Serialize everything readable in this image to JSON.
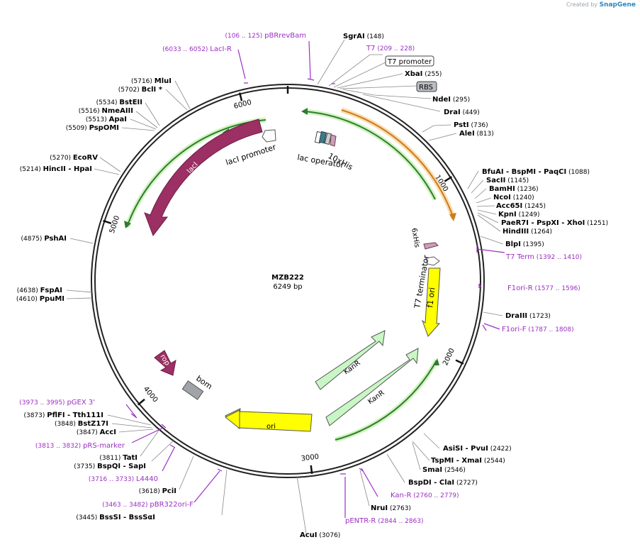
{
  "credit": {
    "prefix": "Created by",
    "brand": "SnapGene"
  },
  "plasmid": {
    "name": "MZB222",
    "size": "6249 bp",
    "length": 6249
  },
  "ticks": [
    {
      "bp": 1000,
      "label": "1000"
    },
    {
      "bp": 2000,
      "label": "2000"
    },
    {
      "bp": 3000,
      "label": "3000"
    },
    {
      "bp": 4000,
      "label": "4000"
    },
    {
      "bp": 5000,
      "label": "5000"
    },
    {
      "bp": 6000,
      "label": "6000"
    }
  ],
  "enzymes": [
    {
      "name": "SgrAI",
      "pos": "(148)"
    },
    {
      "name": "XbaI",
      "pos": "(255)"
    },
    {
      "name": "NdeI",
      "pos": "(295)"
    },
    {
      "name": "DraI",
      "pos": "(449)"
    },
    {
      "name": "PstI",
      "pos": "(736)"
    },
    {
      "name": "AleI",
      "pos": "(813)"
    },
    {
      "name": "BfuAI - BspMI - PaqCI",
      "pos": "(1088)"
    },
    {
      "name": "SacII",
      "pos": "(1145)"
    },
    {
      "name": "BamHI",
      "pos": "(1236)"
    },
    {
      "name": "NcoI",
      "pos": "(1240)"
    },
    {
      "name": "Acc65I",
      "pos": "(1245)"
    },
    {
      "name": "KpnI",
      "pos": "(1249)"
    },
    {
      "name": "PaeR7I - PspXI - XhoI",
      "pos": "(1251)"
    },
    {
      "name": "HindIII",
      "pos": "(1264)"
    },
    {
      "name": "BlpI",
      "pos": "(1395)"
    },
    {
      "name": "DraIII",
      "pos": "(1723)"
    },
    {
      "name": "AsiSI - PvuI",
      "pos": "(2422)"
    },
    {
      "name": "TspMI - XmaI",
      "pos": "(2544)"
    },
    {
      "name": "SmaI",
      "pos": "(2546)"
    },
    {
      "name": "BspDI - ClaI",
      "pos": "(2727)"
    },
    {
      "name": "NruI",
      "pos": "(2763)"
    },
    {
      "name": "AcuI",
      "pos": "(3076)"
    },
    {
      "name": "BssSI - BssSαI",
      "pos": "(3445)"
    },
    {
      "name": "PciI",
      "pos": "(3618)"
    },
    {
      "name": "BspQI - SapI",
      "pos": "(3735)"
    },
    {
      "name": "TatI",
      "pos": "(3811)"
    },
    {
      "name": "AccI",
      "pos": "(3847)"
    },
    {
      "name": "BstZ17I",
      "pos": "(3848)"
    },
    {
      "name": "PflFI - Tth111I",
      "pos": "(3873)"
    },
    {
      "name": "PpuMI",
      "pos": "(4610)"
    },
    {
      "name": "FspAI",
      "pos": "(4638)"
    },
    {
      "name": "PshAI",
      "pos": "(4875)"
    },
    {
      "name": "HincII - HpaI",
      "pos": "(5214)"
    },
    {
      "name": "EcoRV",
      "pos": "(5270)"
    },
    {
      "name": "PspOMI",
      "pos": "(5509)"
    },
    {
      "name": "ApaI",
      "pos": "(5513)"
    },
    {
      "name": "NmeAIII",
      "pos": "(5516)"
    },
    {
      "name": "BstEII",
      "pos": "(5534)"
    },
    {
      "name": "BclI *",
      "pos": "(5702)"
    },
    {
      "name": "MluI",
      "pos": "(5716)"
    }
  ],
  "primers": [
    {
      "name": "pBRrevBam",
      "range": "(106 .. 125)"
    },
    {
      "name": "LacI-R",
      "range": "(6033 .. 6052)"
    },
    {
      "name": "T7",
      "range": "(209 .. 228)"
    },
    {
      "name": "T7 Term",
      "range": "(1392 .. 1410)"
    },
    {
      "name": "F1ori-R",
      "range": "(1577 .. 1596)"
    },
    {
      "name": "F1ori-F",
      "range": "(1787 .. 1808)"
    },
    {
      "name": "Kan-R",
      "range": "(2760 .. 2779)"
    },
    {
      "name": "pENTR-R",
      "range": "(2844 .. 2863)"
    },
    {
      "name": "pBR322ori-F",
      "range": "(3463 .. 3482)"
    },
    {
      "name": "L4440",
      "range": "(3716 .. 3733)"
    },
    {
      "name": "pRS-marker",
      "range": "(3813 .. 3832)"
    },
    {
      "name": "pGEX 3'",
      "range": "(3973 .. 3995)"
    }
  ],
  "boxed_labels": {
    "t7_promoter": "T7 promoter",
    "rbs": "RBS"
  },
  "features": {
    "laci": "lacI",
    "laci_promoter": "lacI promoter",
    "lac_operator": "lac operator",
    "his10": "10xHis",
    "his6": "6xHis",
    "t7_terminator": "T7 terminator",
    "f1_ori": "f1 ori",
    "kanr_a": "KanR",
    "kanr_b": "KanR",
    "ori": "ori",
    "rop": "rop",
    "bom": "bom"
  },
  "colors": {
    "primer": "#9b2fc2",
    "laci": "#9c2f63",
    "f1_ori": "#ffff00",
    "ori": "#ffff00",
    "kanr": "#c8f7c5",
    "orf_green": "#2e7d2e",
    "orf_orange": "#d07a1a",
    "lac_operator": "#3d7a8c"
  }
}
